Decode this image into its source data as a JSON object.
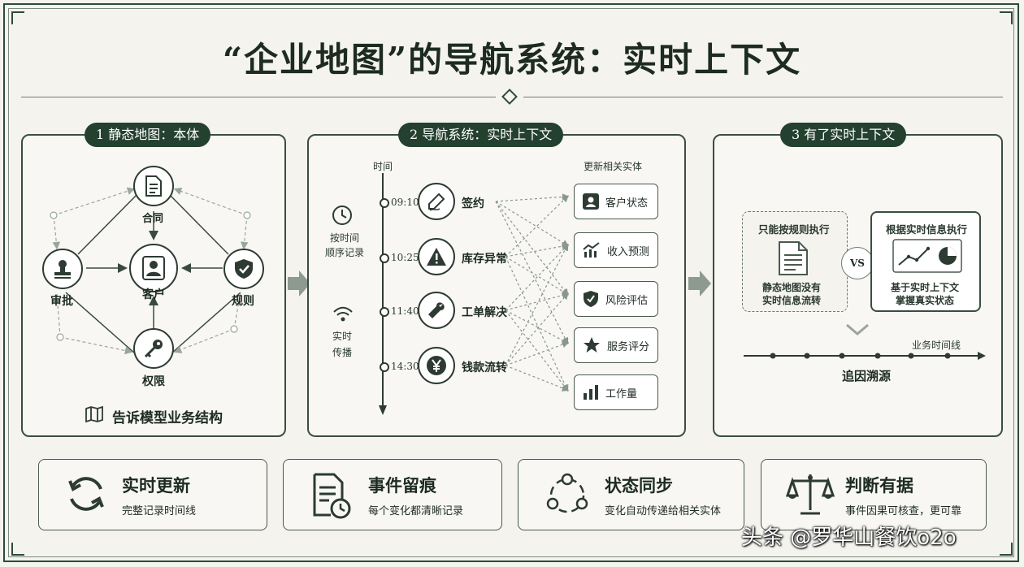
{
  "title": "“企业地图”的导航系统：实时上下文",
  "panel1": {
    "header": "1 静态地图：本体",
    "nodes": {
      "contract": "合同",
      "approval": "审批",
      "customer": "客户",
      "rules": "规则",
      "permission": "权限"
    },
    "footer": "告诉模型业务结构"
  },
  "panel2": {
    "header": "2 导航系统：实时上下文",
    "time_label": "时间",
    "entities_label": "更新相关实体",
    "left_labels": {
      "record": "按时间\n顺序记录",
      "broadcast": "实时\n传播"
    },
    "events": [
      {
        "time": "09:10",
        "label": "签约"
      },
      {
        "time": "10:25",
        "label": "库存异常"
      },
      {
        "time": "11:40",
        "label": "工单解决"
      },
      {
        "time": "14:30",
        "label": "钱款流转"
      }
    ],
    "entities": [
      "客户状态",
      "收入预测",
      "风险评估",
      "服务评分",
      "工作量"
    ]
  },
  "panel3": {
    "header": "3 有了实时上下文",
    "left_box": {
      "title": "只能按规则执行",
      "desc": "静态地图没有\n实时信息流转"
    },
    "vs": "VS",
    "right_box": {
      "title": "根据实时信息执行",
      "desc": "基于实时上下文\n掌握真实状态"
    },
    "timeline_label": "业务时间线",
    "trace_label": "追因溯源"
  },
  "cards": [
    {
      "title": "实时更新",
      "desc": "完整记录时间线",
      "icon": "refresh-icon"
    },
    {
      "title": "事件留痕",
      "desc": "每个变化都清晰记录",
      "icon": "document-clock-icon"
    },
    {
      "title": "状态同步",
      "desc": "变化自动传递给相关实体",
      "icon": "sync-circle-icon"
    },
    {
      "title": "判断有据",
      "desc": "事件因果可核查，更可靠",
      "icon": "scale-icon"
    }
  ],
  "watermark": "头条 @罗华山餐饮o2o",
  "colors": {
    "accent": "#24402f",
    "background": "#f4f3ee"
  }
}
